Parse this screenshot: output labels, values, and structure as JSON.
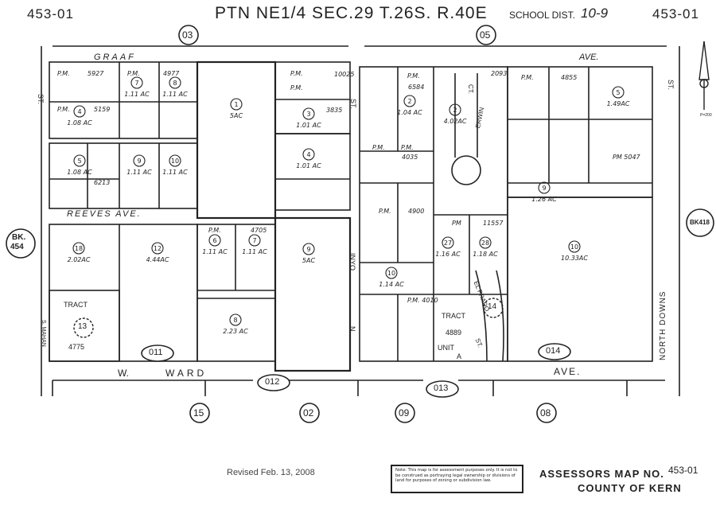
{
  "header": {
    "page_left": "453-01",
    "title": "PTN NE1/4 SEC.29 T.26S. R.40E",
    "school_dist_label": "SCHOOL DIST.",
    "school_dist_value": "10-9",
    "page_right": "453-01"
  },
  "map_refs": {
    "top_left": "03",
    "top_right": "05",
    "bottom": [
      "15",
      "02",
      "09",
      "08"
    ],
    "left_label": "BK.",
    "left_value": "454",
    "right": "BK418",
    "north_note": "P=200"
  },
  "streets": {
    "graaf": "GRAAF",
    "ave_top": "AVE.",
    "reeves": "REEVES AVE.",
    "ward_w": "W.",
    "ward": "WARD",
    "ave_bottom": "AVE.",
    "st_left": "ST.",
    "st_mid": "ST.",
    "st_right": "ST.",
    "inyo": "INYO",
    "n": "N.",
    "mahan": "S. MAHAN",
    "erwin": "ERWIN",
    "ct": "CT.",
    "el_prado": "EL PRADO",
    "st_prado": "ST.",
    "north_downs": "NORTH DOWNS"
  },
  "blocks": [
    "011",
    "012",
    "013",
    "014"
  ],
  "parcels": [
    {
      "num": "1",
      "area": "5AC"
    },
    {
      "num": "3",
      "area": "1.01 AC"
    },
    {
      "num": "4",
      "area": "1.01 AC"
    },
    {
      "num": "7",
      "area": "1.11 AC"
    },
    {
      "num": "8",
      "area": "1.11 AC"
    },
    {
      "num": "4",
      "area": "1.08 AC"
    },
    {
      "num": "5",
      "area": "1.08 AC"
    },
    {
      "num": "9",
      "area": "1.11 AC"
    },
    {
      "num": "10",
      "area": "1.11 AC"
    },
    {
      "num": "18",
      "area": "2.02AC"
    },
    {
      "num": "12",
      "area": "4.44AC"
    },
    {
      "num": "6",
      "area": "1.11 AC"
    },
    {
      "num": "7",
      "area": "1.11 AC"
    },
    {
      "num": "8",
      "area": "2.23 AC"
    },
    {
      "num": "9",
      "area": "5AC"
    },
    {
      "num": "2",
      "area": "1.04 AC"
    },
    {
      "num": "2",
      "area": "4.02AC"
    },
    {
      "num": "5",
      "area": "1.49AC"
    },
    {
      "num": "9",
      "area": "1.26 AC"
    },
    {
      "num": "10",
      "area": "10.33AC"
    },
    {
      "num": "10",
      "area": "1.14 AC"
    },
    {
      "num": "27",
      "area": "1.16 AC"
    },
    {
      "num": "28",
      "area": "1.18 AC"
    }
  ],
  "pm_labels": [
    "P.M.",
    "5927",
    "P.M.",
    "4977",
    "P.M.",
    "5159",
    "6213",
    "P.M.",
    "4705",
    "P.M.",
    "P.M.",
    "3835",
    "P.M.",
    "6584",
    "P.M.",
    "P.M.",
    "4035",
    "P.M.",
    "4900",
    "PM",
    "11557",
    "P.M.",
    "4855",
    "PM 5047",
    "P.M. 4010",
    "2093",
    "10025"
  ],
  "tracts": [
    {
      "label": "TRACT",
      "num": "13",
      "id": "4775"
    },
    {
      "label": "TRACT",
      "id": "4889",
      "unit": "UNIT",
      "unit_letter": "A",
      "num": "14"
    }
  ],
  "footer": {
    "revised": "Revised Feb. 13, 2008",
    "note": "Note: This map is for assessment purposes only. It is not to be construed as portraying legal ownership or divisions of land for purposes of zoning or subdivision law.",
    "assessors": "ASSESSORS MAP NO.",
    "map_no": "453-01",
    "county": "COUNTY OF KERN"
  }
}
